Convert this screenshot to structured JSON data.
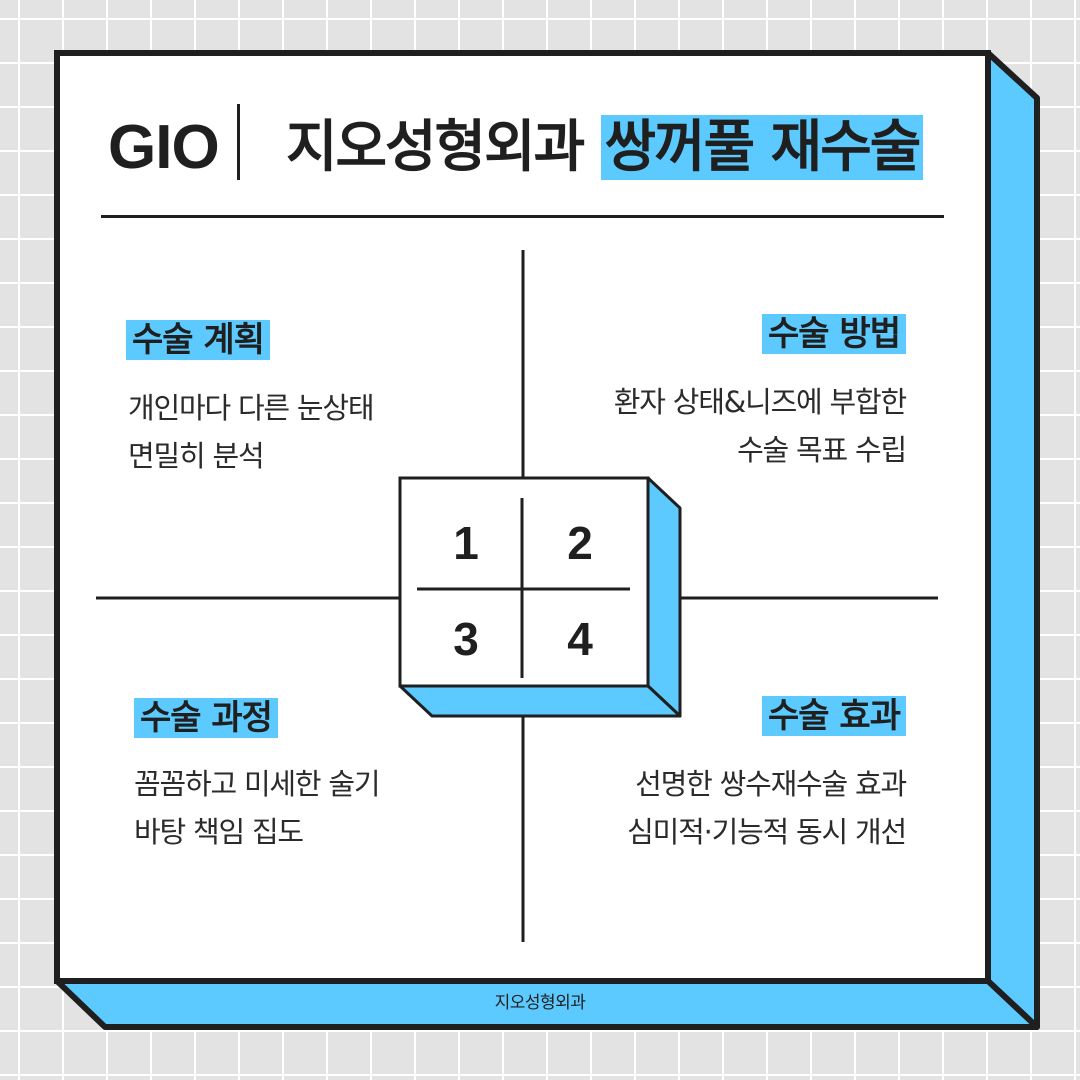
{
  "header": {
    "brand": "GIO",
    "title_plain": "지오성형외과",
    "title_highlight": "쌍꺼풀 재수술"
  },
  "center_grid": {
    "numbers": [
      "1",
      "2",
      "3",
      "4"
    ]
  },
  "sections": {
    "plan": {
      "title": "수술 계획",
      "lines": [
        "개인마다 다른 눈상태",
        "면밀히 분석"
      ]
    },
    "method": {
      "title": "수술 방법",
      "lines": [
        "환자 상태&니즈에 부합한",
        "수술 목표 수립"
      ]
    },
    "process": {
      "title": "수술 과정",
      "lines": [
        "꼼꼼하고 미세한 술기",
        "바탕 책임 집도"
      ]
    },
    "effect": {
      "title": "수술 효과",
      "lines": [
        "선명한 쌍수재수술 효과",
        "심미적·기능적 동시 개선"
      ]
    }
  },
  "footer": {
    "label": "지오성형외과"
  },
  "colors": {
    "accent": "#5ccaff",
    "ink": "#1f1f1f",
    "paper": "#ffffff",
    "grid_background": "#e3e3e3"
  }
}
